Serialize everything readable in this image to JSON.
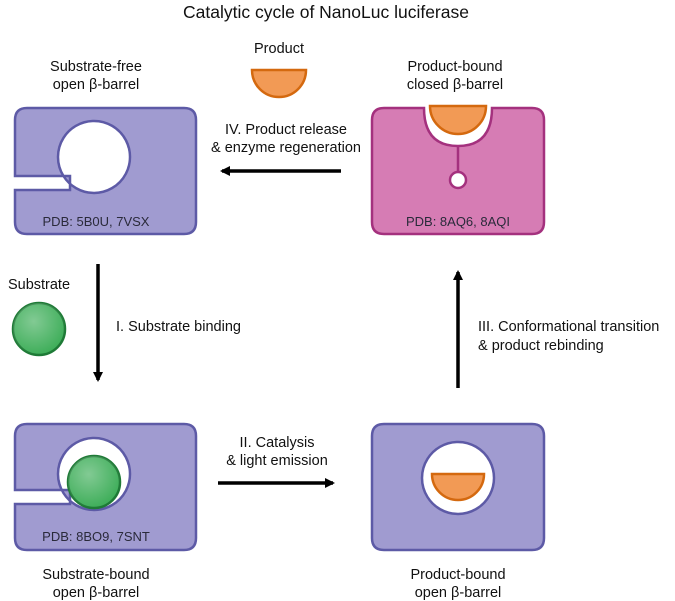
{
  "title": "Catalytic cycle of NanoLuc luciferase",
  "states": {
    "substrate_free": {
      "line1": "Substrate-free",
      "line2": "open β-barrel",
      "pdb": "PDB: 5B0U, 7VSX"
    },
    "substrate_bound": {
      "line1": "Substrate-bound",
      "line2": "open β-barrel",
      "pdb": "PDB: 8BO9, 7SNT"
    },
    "product_bound_open": {
      "line1": "Product-bound",
      "line2": "open β-barrel"
    },
    "product_bound_closed": {
      "line1": "Product-bound",
      "line2": "closed β-barrel",
      "pdb": "PDB: 8AQ6, 8AQI"
    }
  },
  "molecules": {
    "substrate": "Substrate",
    "product": "Product"
  },
  "steps": {
    "i": {
      "line1": "I. Substrate binding"
    },
    "ii": {
      "line1": "II. Catalysis",
      "line2": "& light emission"
    },
    "iii": {
      "line1": "III. Conformational transition",
      "line2": "& product rebinding"
    },
    "iv": {
      "line1": "IV. Product release",
      "line2": "& enzyme regeneration"
    }
  },
  "colors": {
    "enzyme_open": "#a09bd0",
    "enzyme_open_stroke": "#5d5aa6",
    "enzyme_closed": "#d67cb4",
    "enzyme_closed_stroke": "#a4317e",
    "substrate": "#3fae5a",
    "substrate_stroke": "#1e7a36",
    "product": "#f29a55",
    "product_stroke": "#d4690f",
    "arrow": "#000000"
  }
}
